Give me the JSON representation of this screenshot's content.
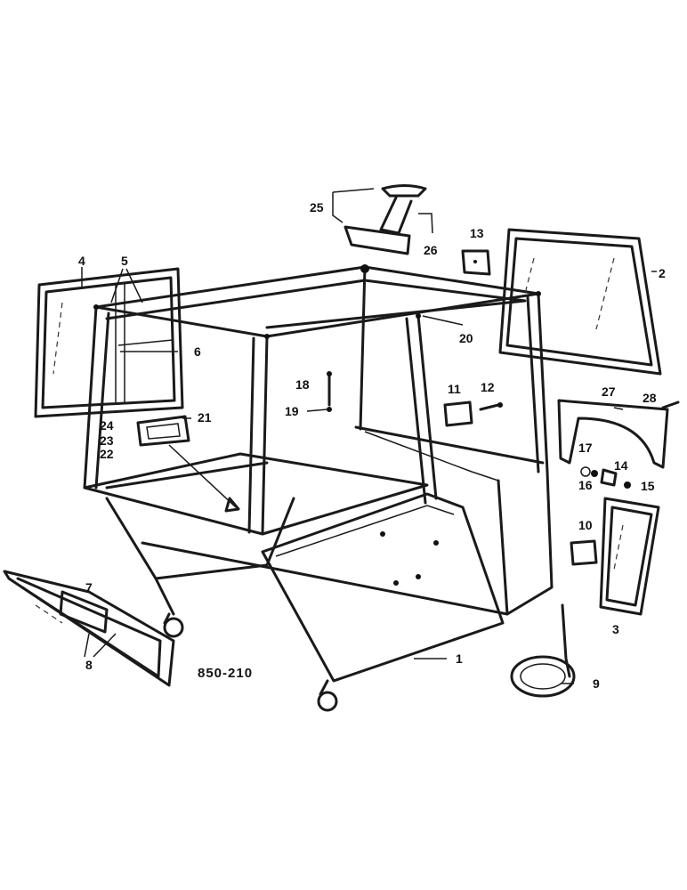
{
  "figure_code": "850-210",
  "callouts": {
    "c1": "1",
    "c2": "2",
    "c3": "3",
    "c4": "4",
    "c5": "5",
    "c6": "6",
    "c7": "7",
    "c8": "8",
    "c9": "9",
    "c10": "10",
    "c11": "11",
    "c12": "12",
    "c13": "13",
    "c14": "14",
    "c15": "15",
    "c16": "16",
    "c17": "17",
    "c18": "18",
    "c19": "19",
    "c20": "20",
    "c21": "21",
    "c22": "22",
    "c23": "23",
    "c24": "24",
    "c25": "25",
    "c26": "26",
    "c27": "27",
    "c28": "28"
  }
}
